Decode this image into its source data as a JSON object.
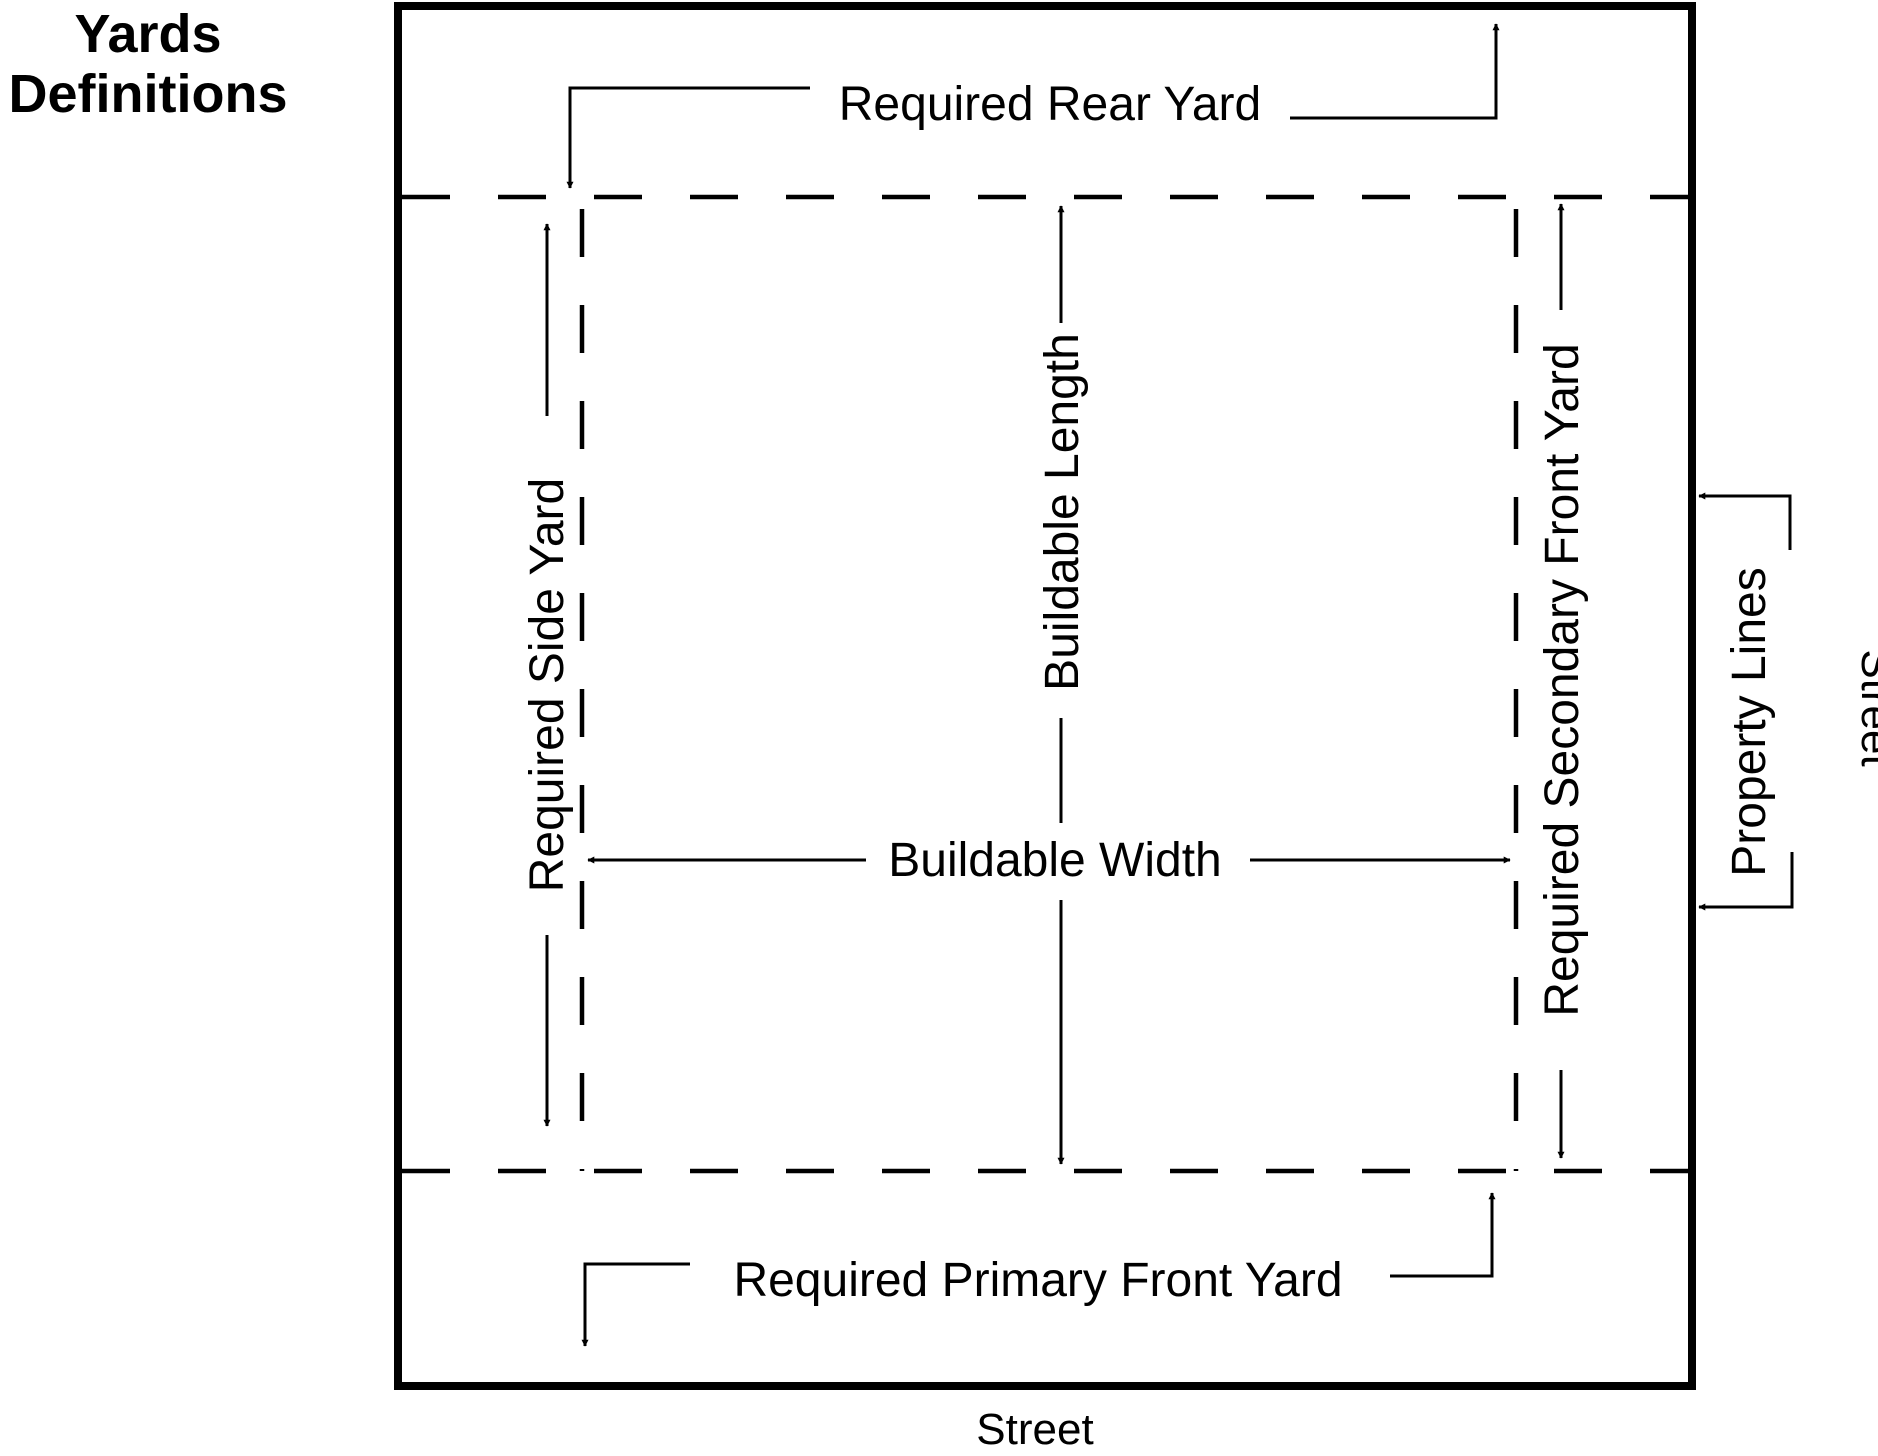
{
  "title": {
    "line1": "Yards",
    "line2": "Definitions"
  },
  "labels": {
    "rear_yard": "Required Rear Yard",
    "side_yard": "Required Side Yard",
    "buildable_length": "Buildable Length",
    "buildable_width": "Buildable Width",
    "secondary_front_yard": "Required Secondary Front Yard",
    "primary_front_yard": "Required Primary Front Yard",
    "property_lines": "Property Lines",
    "street_bottom": "Street",
    "street_right": "Street"
  },
  "colors": {
    "ink": "#000000",
    "background": "#ffffff"
  }
}
